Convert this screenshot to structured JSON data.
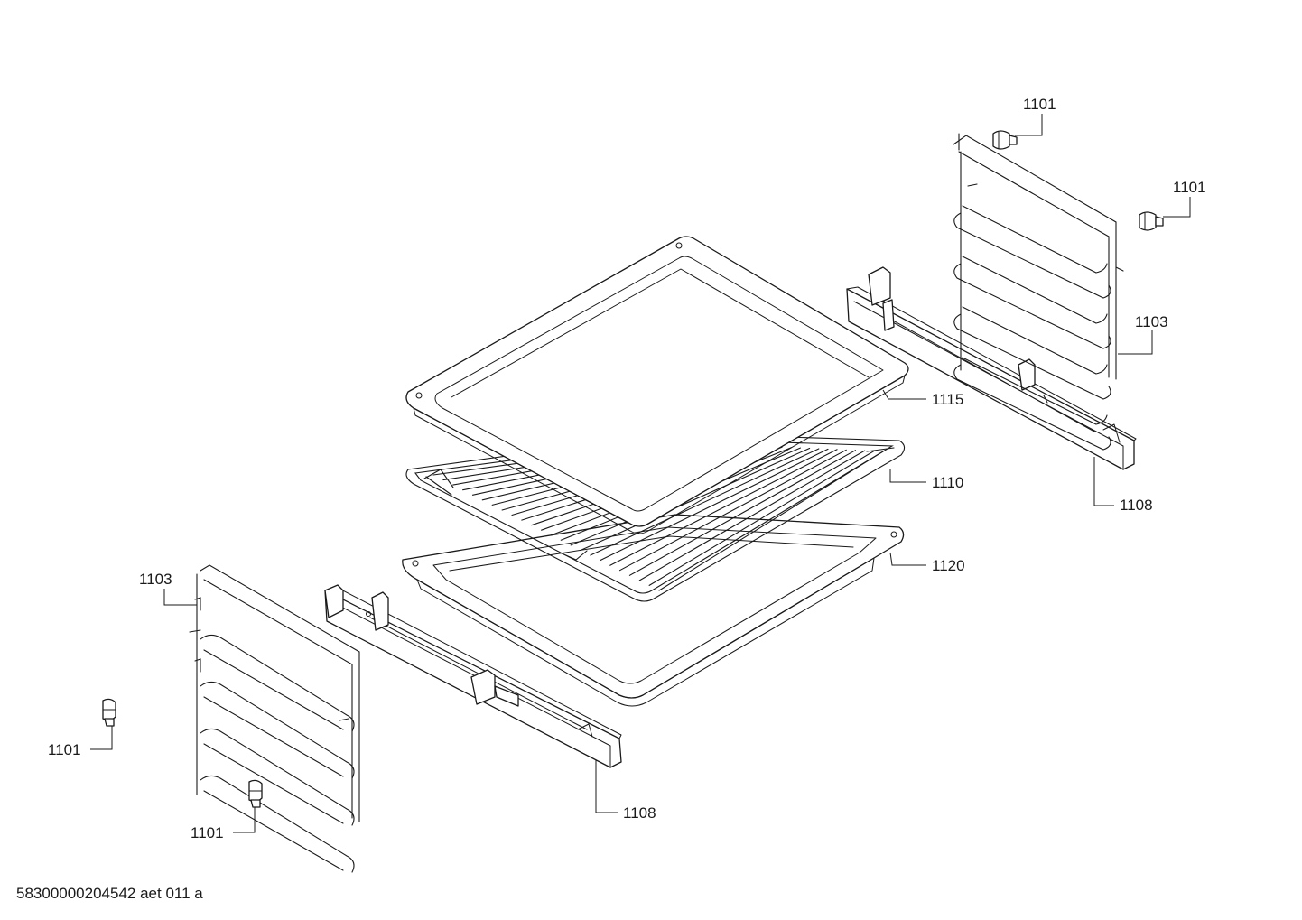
{
  "callouts": {
    "c1101_top": "1101",
    "c1101_right": "1101",
    "c1103_right": "1103",
    "c1115": "1115",
    "c1110": "1110",
    "c1108_right": "1108",
    "c1120": "1120",
    "c1103_left": "1103",
    "c1101_left": "1101",
    "c1108_bottom": "1108",
    "c1101_bottom": "1101"
  },
  "document_id": "58300000204542 aet 011 a",
  "colors": {
    "line": "#1a1a1a",
    "background": "#ffffff"
  }
}
